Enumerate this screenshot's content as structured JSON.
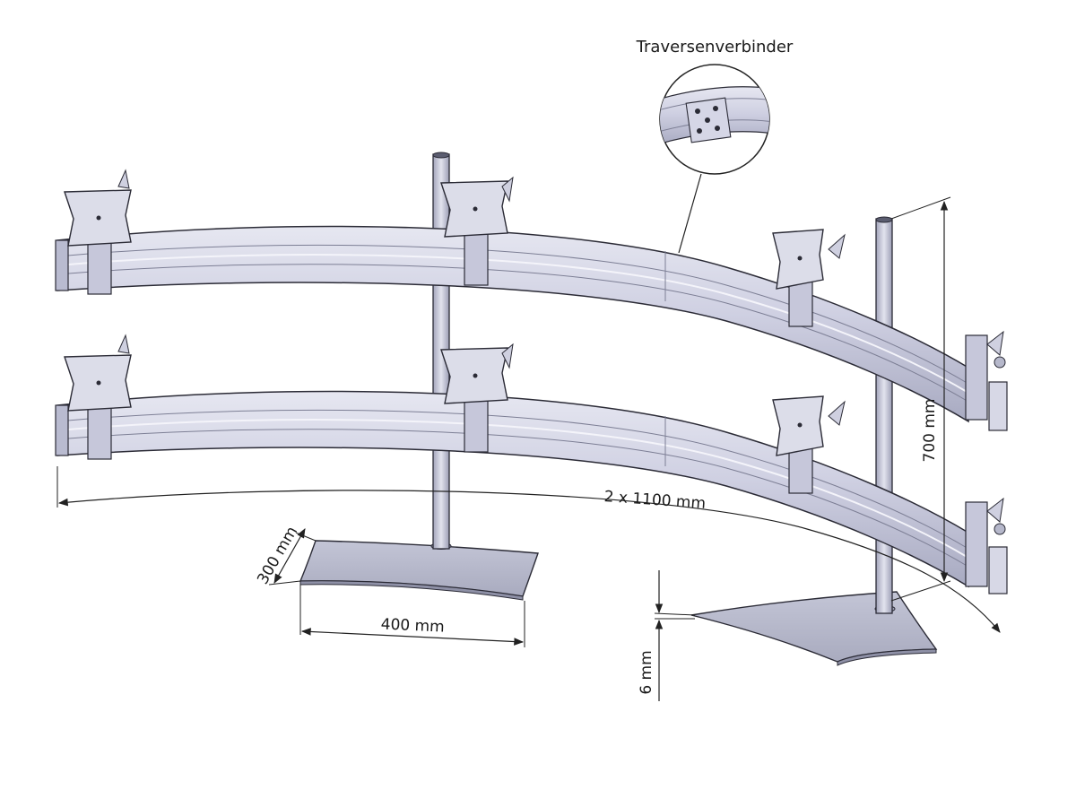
{
  "diagram": {
    "callout_label": "Traversenverbinder",
    "dimensions": {
      "length": "2 x 1100 mm",
      "height": "700 mm",
      "base_depth": "300 mm",
      "base_width": "400 mm",
      "plate_thickness": "6 mm"
    },
    "colors": {
      "metal": "#c9cade",
      "metal_dark": "#a9abc2",
      "metal_light": "#e4e5f0",
      "outline": "#2b2b36",
      "base": "#b9bbcc",
      "dim_line": "#222222"
    }
  }
}
